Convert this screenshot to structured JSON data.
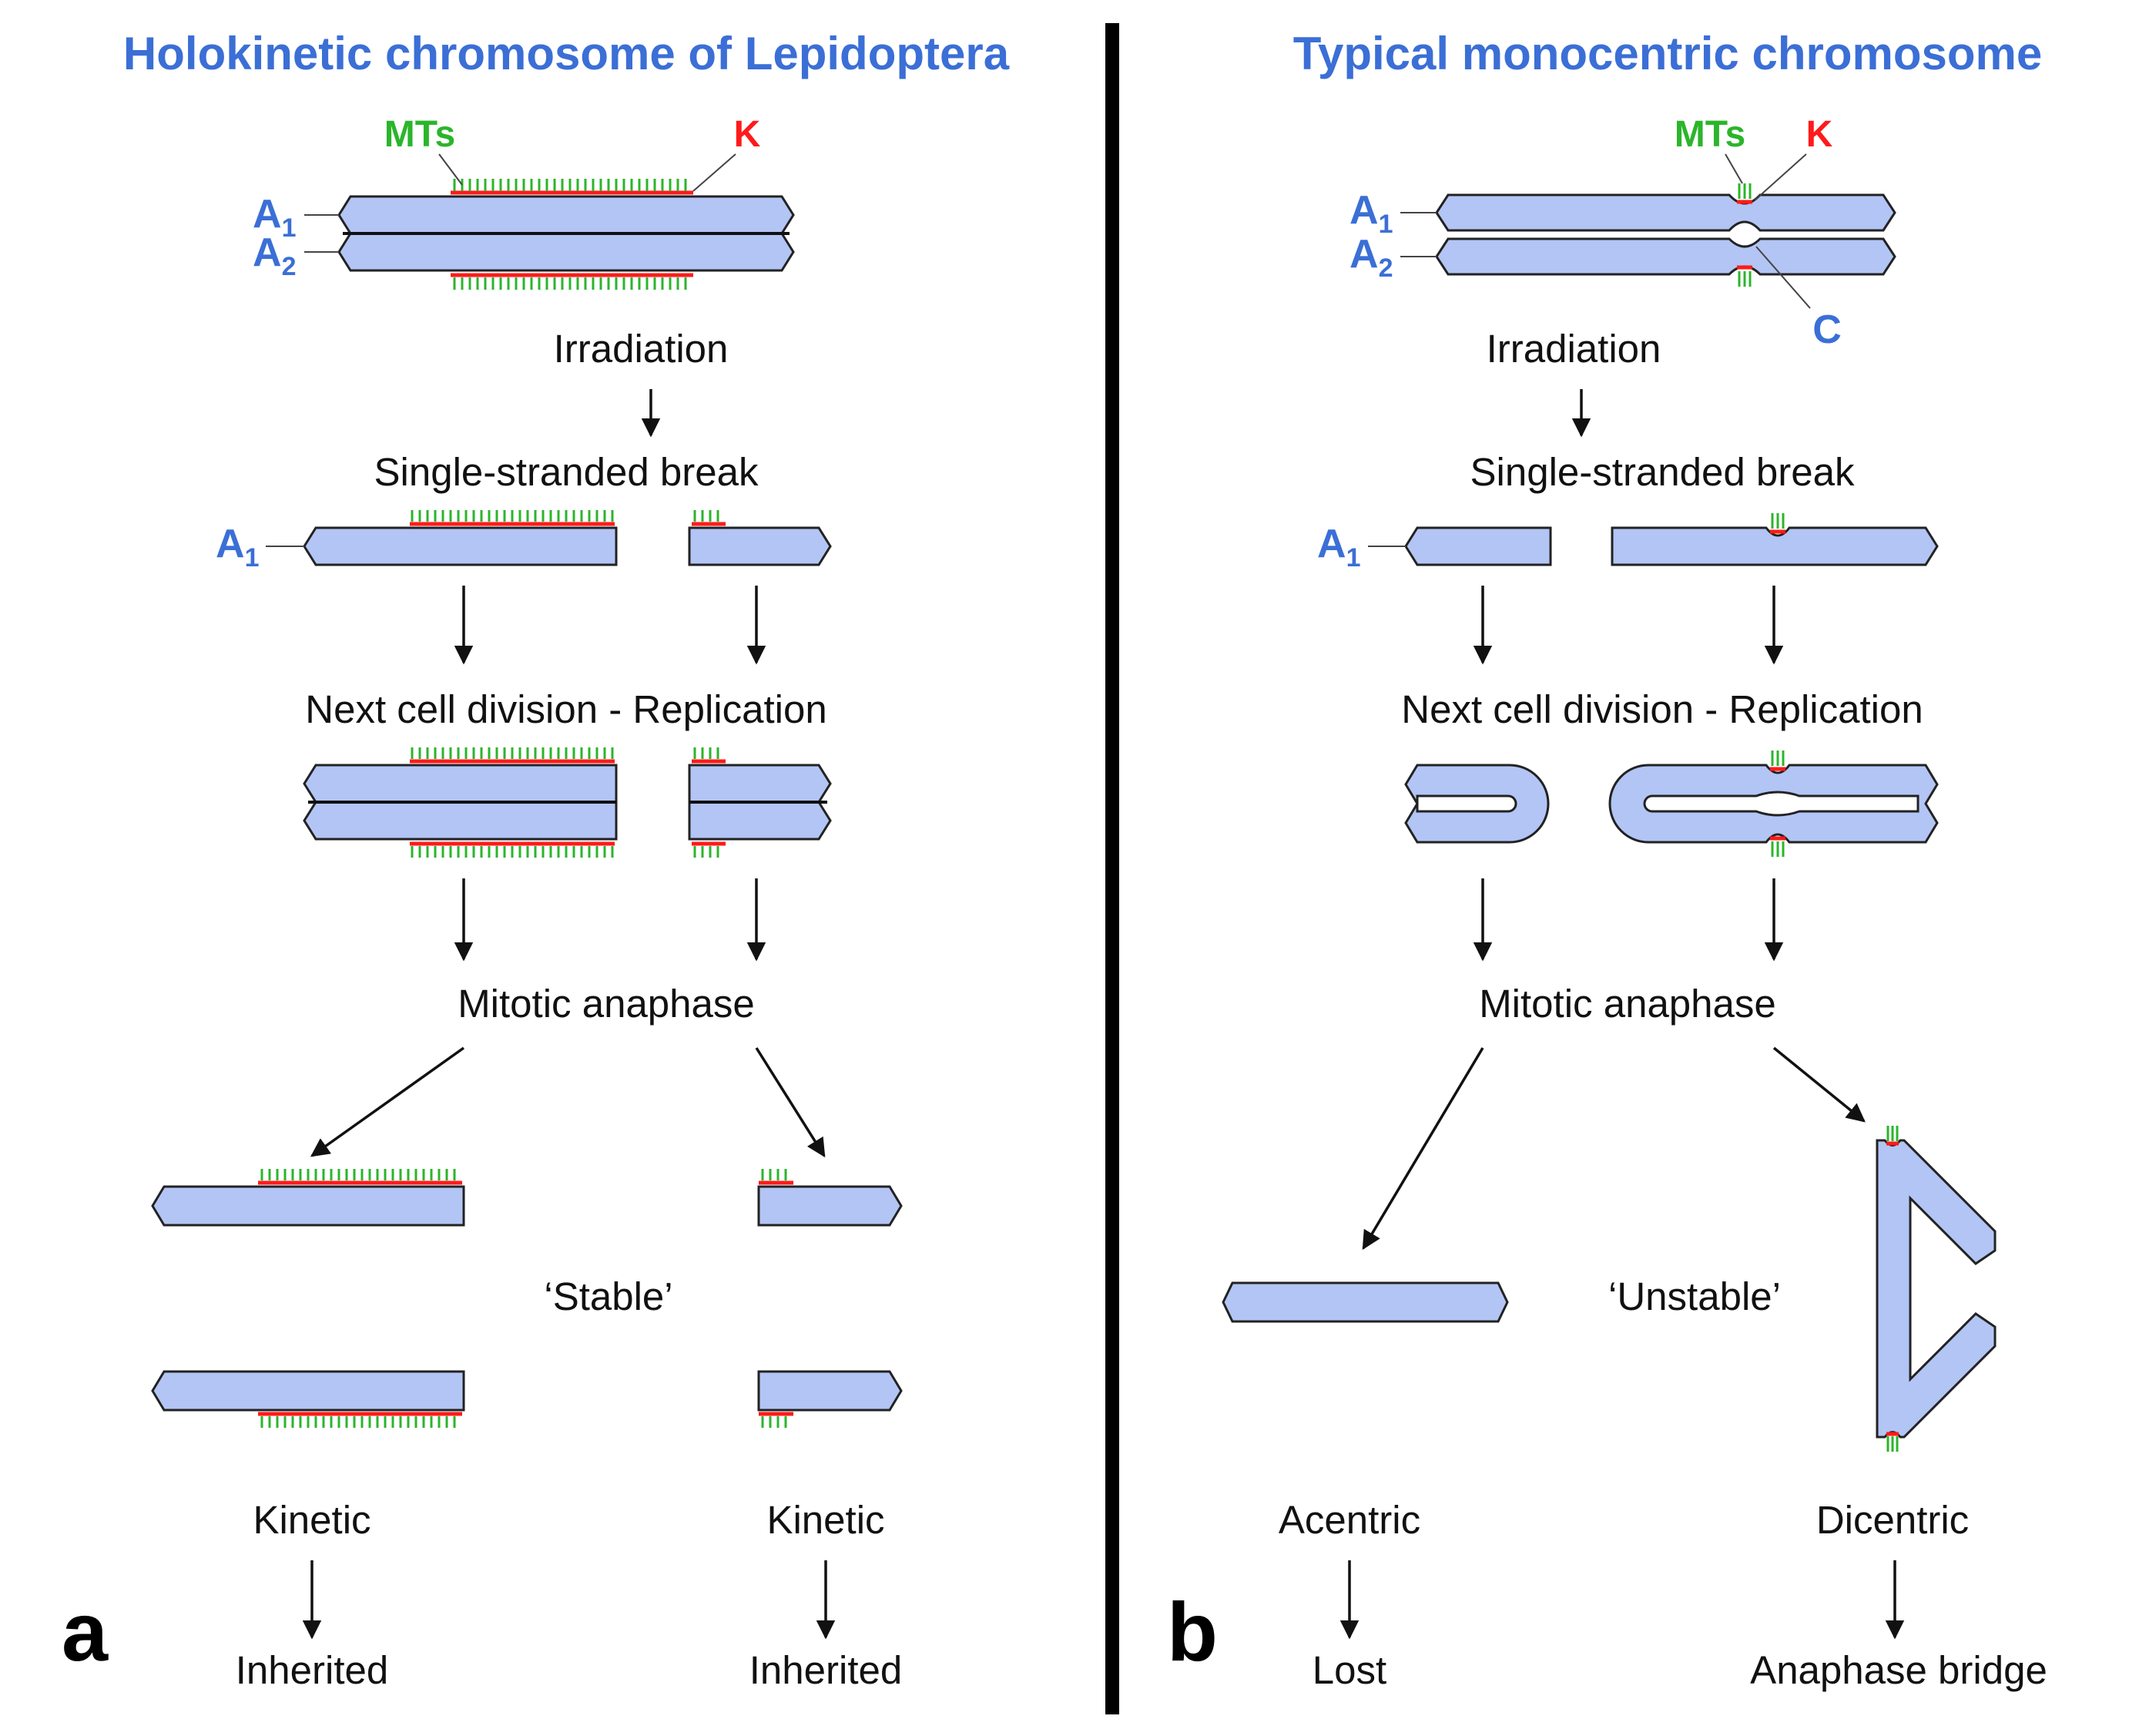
{
  "titles": {
    "left": "Holokinetic chromosome of Lepidoptera",
    "right": "Typical monocentric chromosome"
  },
  "panel_labels": {
    "left": "a",
    "right": "b"
  },
  "annotations": {
    "mts": "MTs",
    "k": "K",
    "c": "C",
    "a_letter": "A",
    "a1_sub": "1",
    "a2_sub": "2"
  },
  "steps": {
    "irradiation": "Irradiation",
    "single_break": "Single-stranded break",
    "next_division": "Next cell division - Replication",
    "anaphase": "Mitotic anaphase"
  },
  "left_outcome": {
    "stability": "‘Stable’",
    "kinetic_left": "Kinetic",
    "kinetic_right": "Kinetic",
    "fate_left": "Inherited",
    "fate_right": "Inherited"
  },
  "right_outcome": {
    "stability": "‘Unstable’",
    "acentric": "Acentric",
    "dicentric": "Dicentric",
    "fate_acentric": "Lost",
    "fate_dicentric": "Anaphase bridge"
  },
  "colors": {
    "title_blue": "#3b6fd6",
    "chromosome_fill": "#b3c5f5",
    "kinetochore_red": "#ff1a1a",
    "microtubule_green": "#2bb52b"
  }
}
